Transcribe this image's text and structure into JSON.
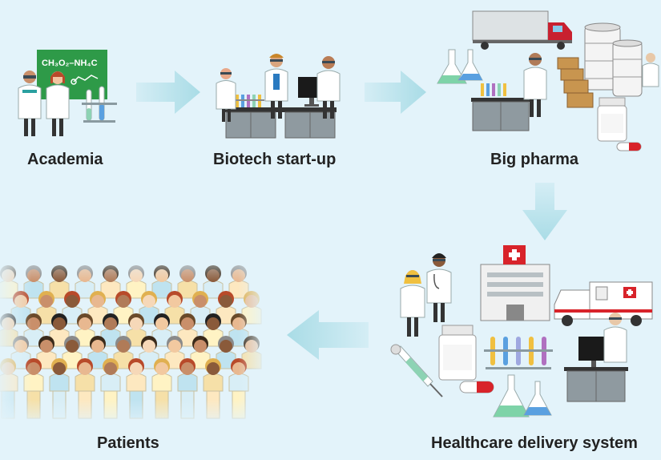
{
  "labels": {
    "academia": "Academia",
    "biotech": "Biotech start-up",
    "pharma": "Big pharma",
    "healthcare": "Healthcare delivery system",
    "patients": "Patients"
  },
  "chalkboard_formula": "CH₃O₂–NH₄C",
  "colors": {
    "background": "#e3f3fa",
    "arrow": "#a9dce6",
    "coat": "#ffffff",
    "chalkboard": "#2e9a48",
    "truck_cab": "#c8202f",
    "cross": "#d8232a"
  }
}
